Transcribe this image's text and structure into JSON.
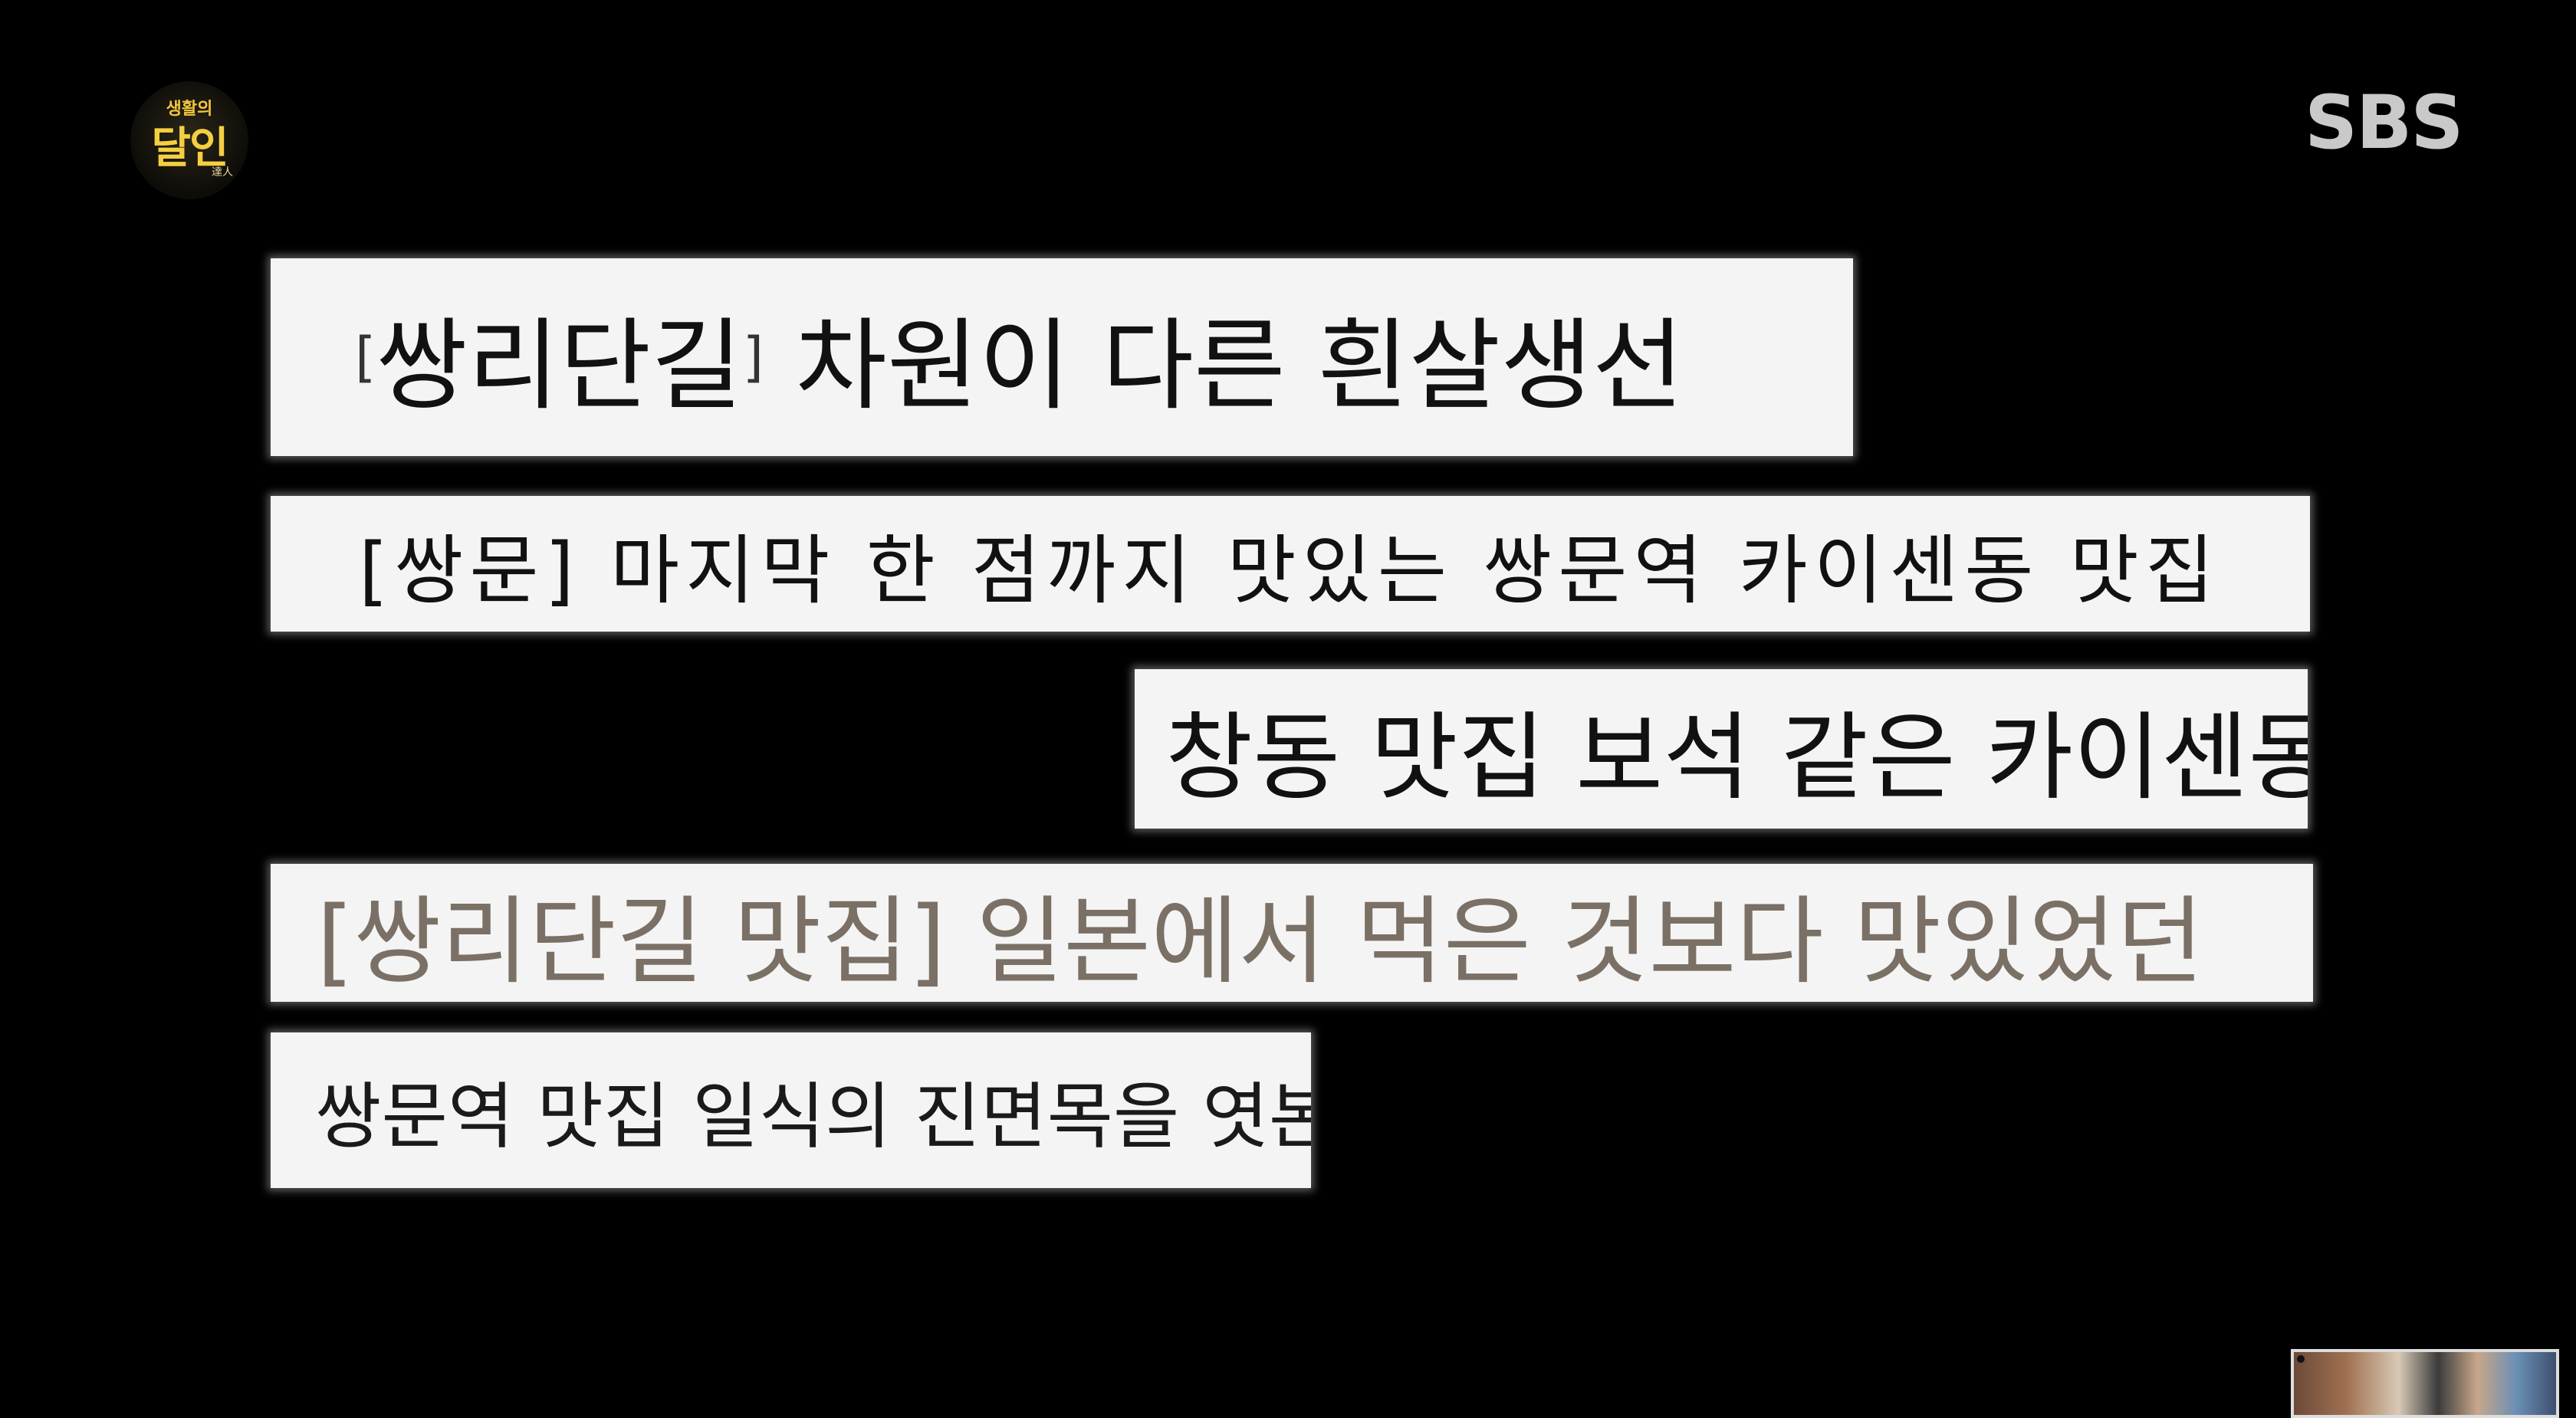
{
  "logo": {
    "top_text": "생활의",
    "main_text": "달인",
    "sub_text": "達人"
  },
  "broadcaster": "SBS",
  "cards": [
    {
      "prefix": "[",
      "prefix_inner": "쌍리단길",
      "suffix": "]",
      "text": " 차원이 다른 흰살생선"
    },
    {
      "text": "[쌍문] 마지막 한 점까지 맛있는 쌍문역 카이센동 맛집"
    },
    {
      "text": "창동 맛집 보석 같은 카이센동"
    },
    {
      "text": "[쌍리단길 맛집] 일본에서 먹은 것보다 맛있었던"
    },
    {
      "text": "쌍문역 맛집 일식의 진면목을 엿본"
    }
  ],
  "colors": {
    "background": "#000000",
    "card": "#f4f4f4",
    "logo_gold": "#f2c63a"
  }
}
